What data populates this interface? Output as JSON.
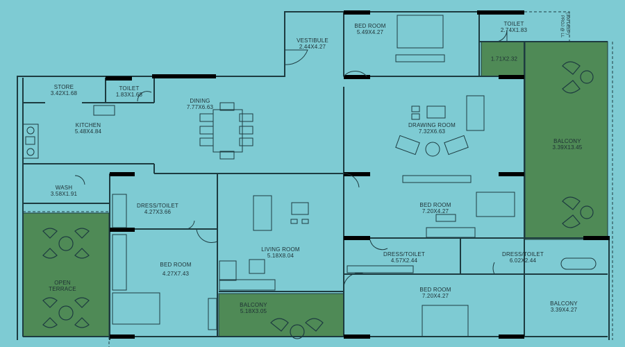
{
  "colors": {
    "background": "#7ecbd3",
    "green_area": "#4f8a56",
    "wall": "#1d3b40",
    "column": "#000000"
  },
  "rooms": [
    {
      "name": "STORE",
      "size": "3.42X1.68"
    },
    {
      "name": "TOILET",
      "size": "1.83X1.68"
    },
    {
      "name": "DINING",
      "size": "7.77X6.63"
    },
    {
      "name": "KITCHEN",
      "size": "5.48X4.84"
    },
    {
      "name": "VESTIBULE",
      "size": "2.44X4.27"
    },
    {
      "name": "BED ROOM",
      "size": "5.49X4.27"
    },
    {
      "name": "TOILET",
      "size": "2.74X1.83"
    },
    {
      "name": "",
      "size": "1.71X2.32"
    },
    {
      "name": "DRAWING  ROOM",
      "size": "7.32X6.63"
    },
    {
      "name": "BALCONY",
      "size": "3.39X13.45"
    },
    {
      "name": "WASH",
      "size": "3.58X1.91"
    },
    {
      "name": "DRESS/TOILET",
      "size": "4.27X3.66"
    },
    {
      "name": "BED ROOM",
      "size": "4.27X7.43"
    },
    {
      "name": "OPEN",
      "size": "TERRACE"
    },
    {
      "name": "LIVING ROOM",
      "size": "5.18X8.04"
    },
    {
      "name": "BALCONY",
      "size": "5.18X3.05"
    },
    {
      "name": "BED ROOM",
      "size": "7.20X4.27"
    },
    {
      "name": "DRESS/TOILET",
      "size": "4.57X2.44"
    },
    {
      "name": "DRESS/TOILET",
      "size": "6.02X2.44"
    },
    {
      "name": "BED ROOM",
      "size": "7.20X4.27"
    },
    {
      "name": "BALCONY",
      "size": "3.39X4.27"
    }
  ],
  "note": {
    "line1": "(300 DEEP)",
    "line2": "PROJ @ LL"
  }
}
